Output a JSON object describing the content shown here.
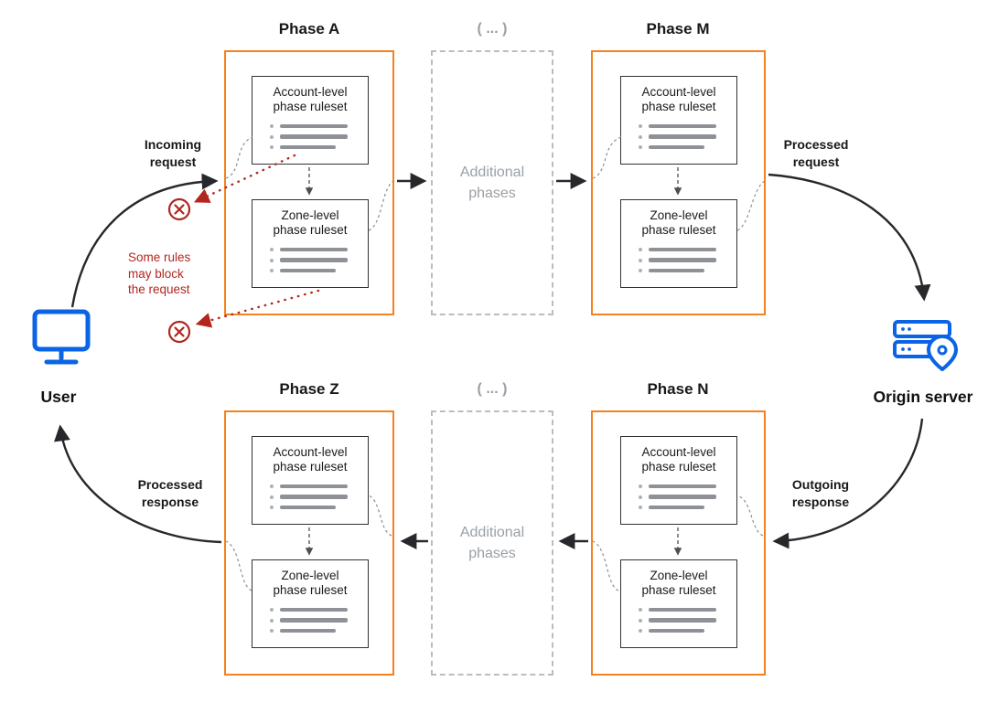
{
  "colors": {
    "phase_border_orange": "#f6821f",
    "endpoint_blue": "#0b63e5",
    "blocked_red": "#b3261d",
    "muted_gray": "#9aa0a6",
    "arrow_black": "#26282b"
  },
  "phases": {
    "a": "Phase A",
    "m": "Phase M",
    "z": "Phase Z",
    "n": "Phase N"
  },
  "ruleset": {
    "account": "Account-level\nphase ruleset",
    "zone": "Zone-level\nphase ruleset"
  },
  "additional": {
    "ellipsis": "( ... )",
    "label": "Additional\nphases"
  },
  "endpoints": {
    "user": "User",
    "origin": "Origin server"
  },
  "flow_labels": {
    "incoming_request": "Incoming\nrequest",
    "processed_request": "Processed\nrequest",
    "outgoing_response": "Outgoing\nresponse",
    "processed_response": "Processed\nresponse",
    "block_note": "Some rules\nmay block\nthe request"
  }
}
